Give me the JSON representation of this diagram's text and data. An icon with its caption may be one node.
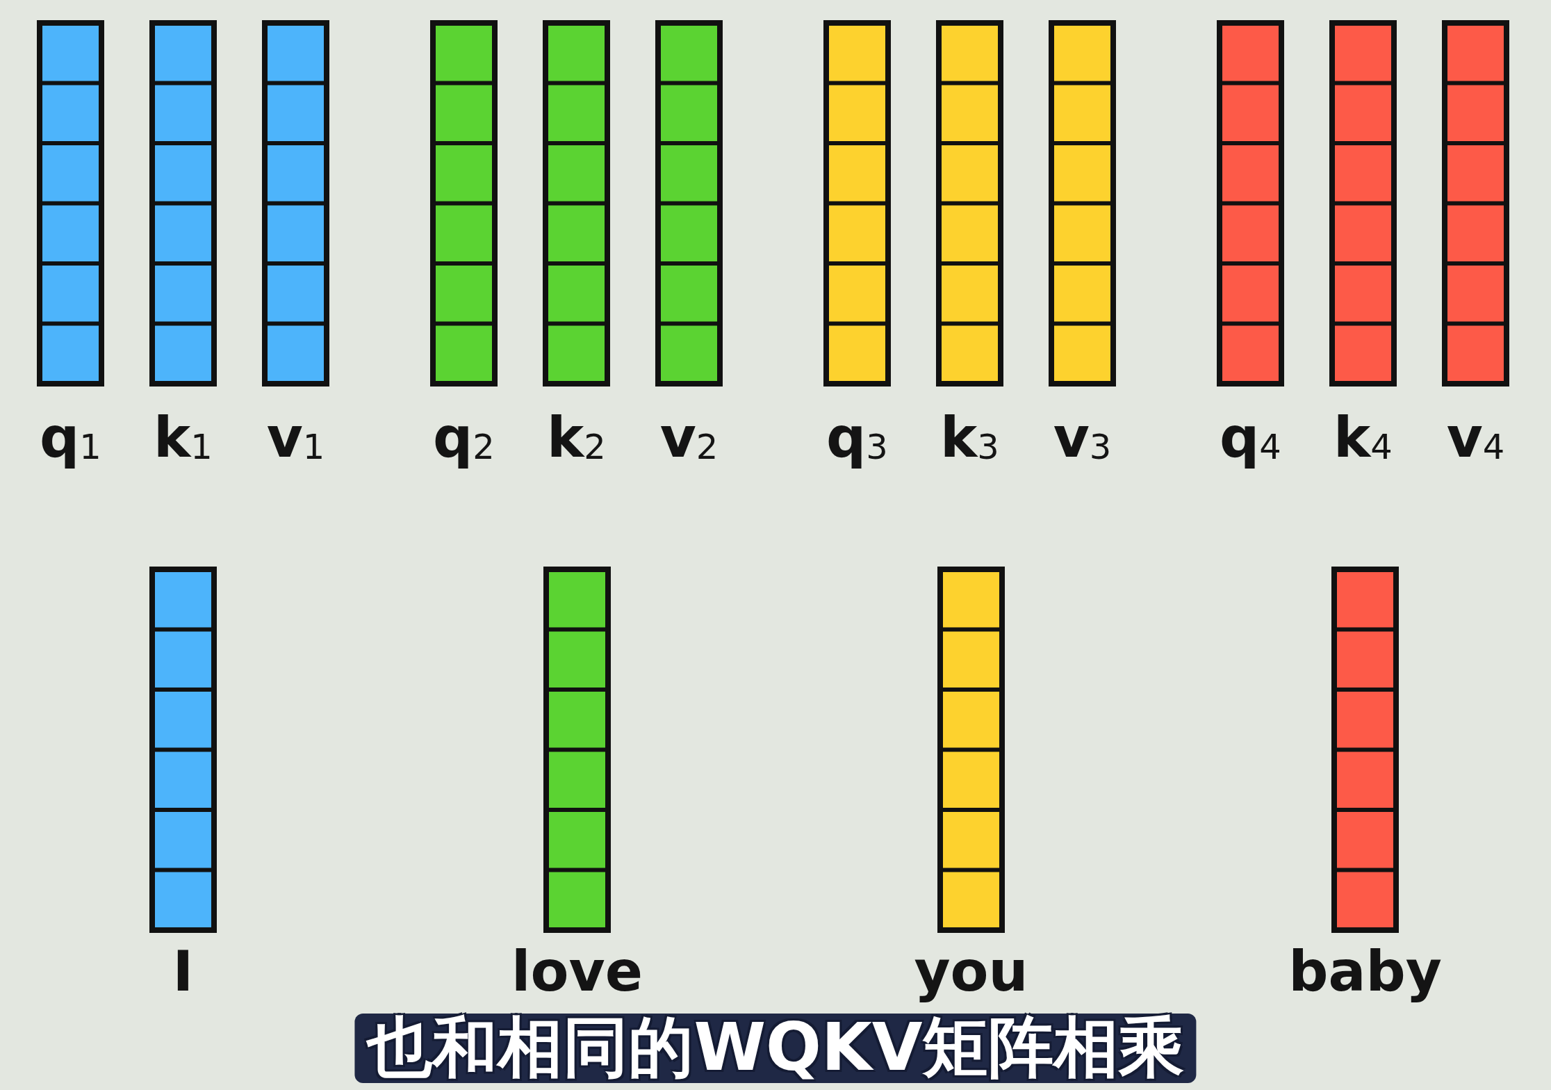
{
  "diagram": {
    "caption": "也和相同的WQKV矩阵相乘",
    "nodes": [
      {
        "text": [
          "q$_{1}$"
        ]
      },
      {
        "text": [
          "k$_{1}$"
        ]
      },
      {
        "text": [
          "v$_{1}$"
        ]
      },
      {
        "text": [
          "q$_{2}$"
        ]
      },
      {
        "text": [
          "k$_{2}$"
        ]
      },
      {
        "text": [
          "v$_{2}$"
        ]
      },
      {
        "text": [
          "q$_{3}$"
        ]
      },
      {
        "text": [
          "k$_{3}$"
        ]
      },
      {
        "text": [
          "v$_{3}$"
        ]
      },
      {
        "text": [
          "q$_{4}$"
        ]
      },
      {
        "text": [
          "k$_{4}$"
        ]
      },
      {
        "text": [
          "v$_{4}$"
        ]
      },
      {
        "text": [
          "I"
        ]
      },
      {
        "text": [
          "love"
        ]
      },
      {
        "text": [
          "you"
        ]
      },
      {
        "text": [
          "baby"
        ]
      }
    ]
  }
}
